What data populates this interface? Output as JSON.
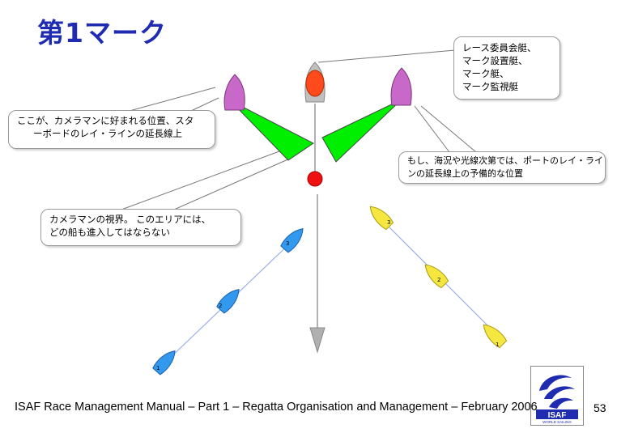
{
  "title": "第1マーク",
  "callouts": {
    "committee": [
      "レース委員会艇、",
      "マーク設置艇、",
      "マーク艇、",
      "マーク監視艇"
    ],
    "camera_position": [
      "ここが、カメラマンに好まれる位置、スタ",
      "ーボードのレイ・ラインの延長線上"
    ],
    "alternate_position": [
      "もし、海況や光線次第では、ポートのレイ・ライ",
      "ンの延長線上の予備的な位置"
    ],
    "view_area": [
      "カメラマンの視界。 このエリアには、",
      "どの船も進入してはならない"
    ]
  },
  "boats": {
    "blue": [
      "1",
      "2",
      "3"
    ],
    "yellow": [
      "1",
      "2",
      "3"
    ]
  },
  "colors": {
    "title": "#1f2bb0",
    "committee_boat": "#ff4a1c",
    "photo_boat": "#c868c8",
    "view_area": "#00ee00",
    "mark": "#ee1111",
    "blue_boat": "#3399ee",
    "yellow_boat": "#f5e640",
    "arrow": "#b0b0b0"
  },
  "logo": {
    "text": "ISAF",
    "subtext": "WORLD SAILING"
  },
  "footer": "ISAF Race Management Manual – Part 1 – Regatta Organisation and Management – February 2006",
  "page_number": "53"
}
